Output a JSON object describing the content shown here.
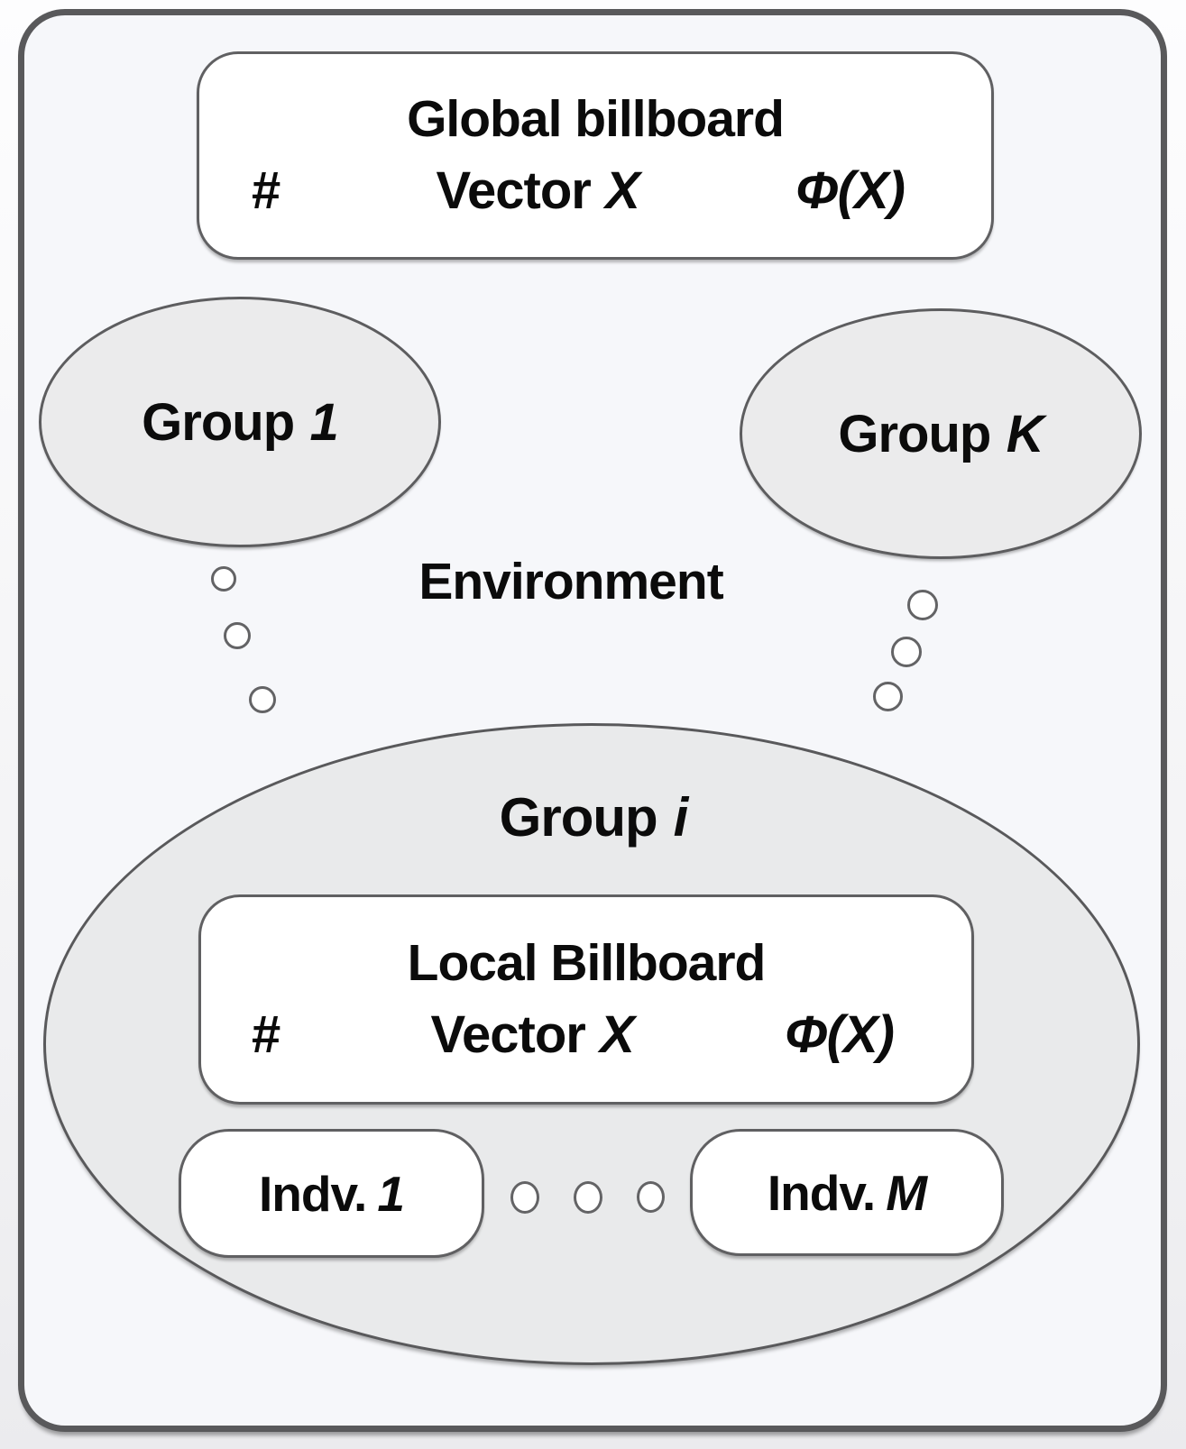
{
  "colors": {
    "panel_background": "#f6f7fa",
    "panel_border": "#59595b",
    "shape_fill": "#eaeaec",
    "shape_border": "#5d5d5f",
    "box_background": "#ffffff",
    "box_border": "#606062",
    "text": "#0b0b0b"
  },
  "environment": {
    "label": "Environment"
  },
  "global_billboard": {
    "title": "Global billboard",
    "hash": "#",
    "vector_label": "Vector",
    "vector_var": "X",
    "phi": "Φ(X)"
  },
  "local_billboard": {
    "title": "Local Billboard",
    "hash": "#",
    "vector_label": "Vector",
    "vector_var": "X",
    "phi": "Φ(X)"
  },
  "groups": {
    "left": {
      "prefix": "Group",
      "var": "1"
    },
    "right": {
      "prefix": "Group",
      "var": "K"
    },
    "main": {
      "prefix": "Group",
      "var": "i"
    }
  },
  "individuals": {
    "first": {
      "prefix": "Indv.",
      "var": "1"
    },
    "last": {
      "prefix": "Indv.",
      "var": "M"
    }
  }
}
